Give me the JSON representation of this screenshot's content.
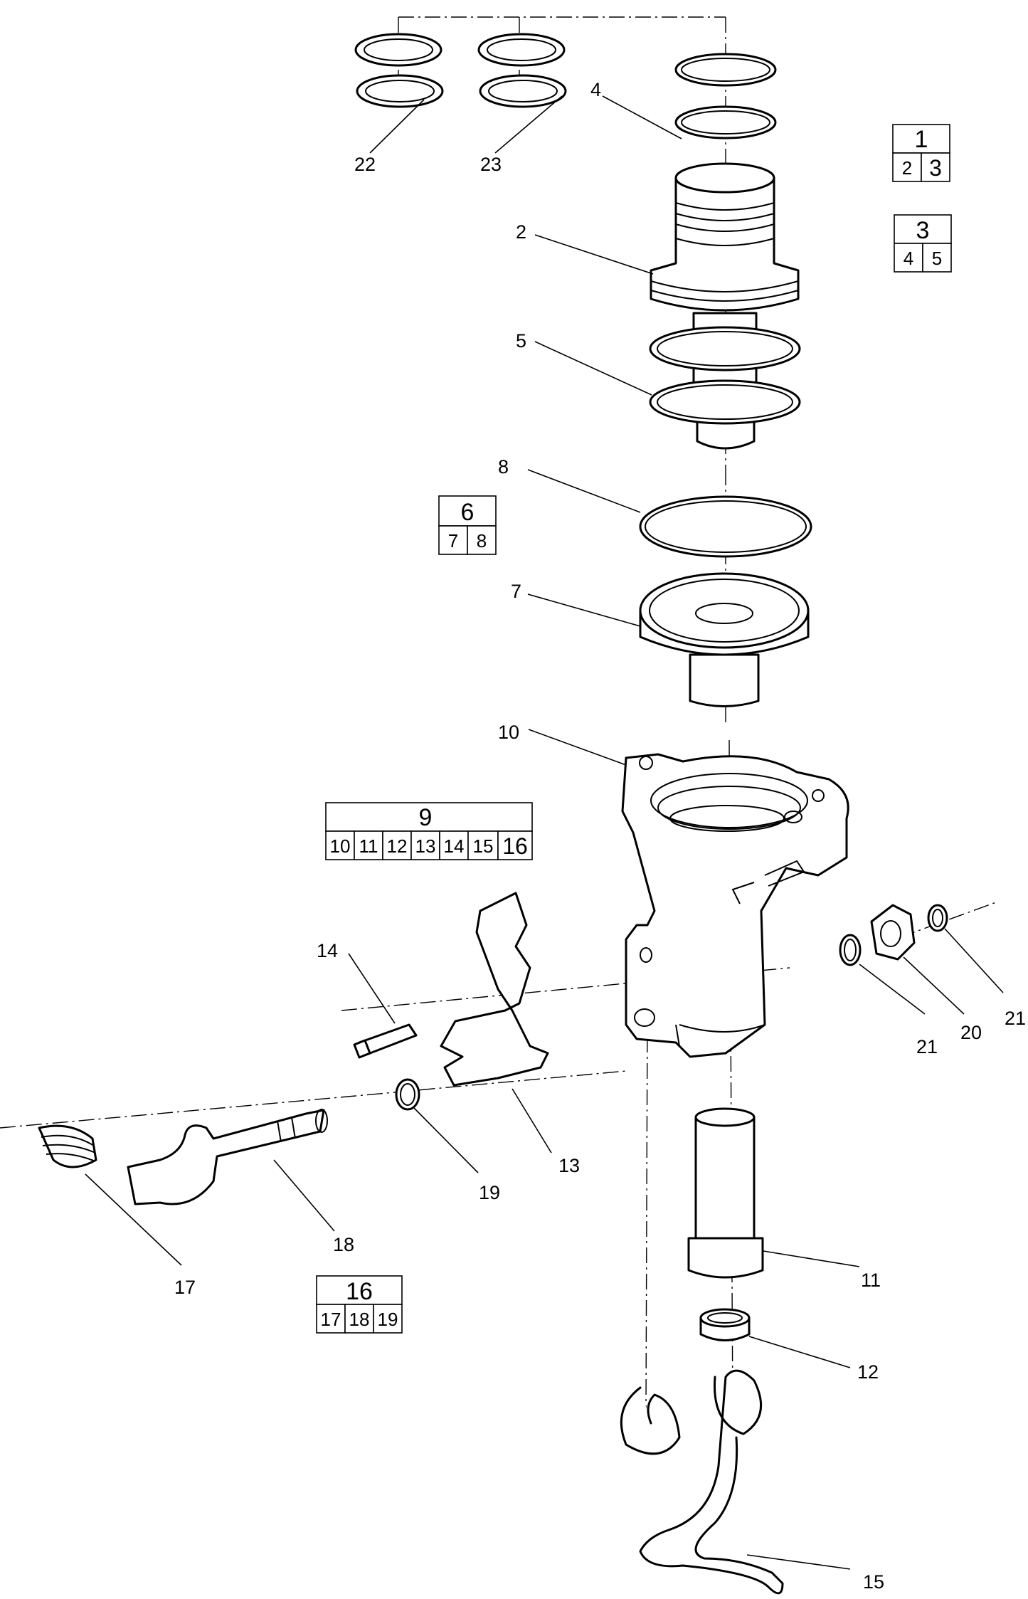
{
  "callouts": [
    "2",
    "4",
    "5",
    "7",
    "8",
    "10",
    "11",
    "12",
    "13",
    "14",
    "15",
    "17",
    "18",
    "19",
    "20",
    "21",
    "21",
    "22",
    "23"
  ],
  "groups": [
    {
      "top": "1",
      "subs": [
        "2",
        "3"
      ]
    },
    {
      "top": "3",
      "subs": [
        "4",
        "5"
      ]
    },
    {
      "top": "6",
      "subs": [
        "7",
        "8"
      ]
    },
    {
      "top": "9",
      "subs": [
        "10",
        "11",
        "12",
        "13",
        "14",
        "15",
        "16"
      ]
    },
    {
      "top": "16",
      "subs": [
        "17",
        "18",
        "19"
      ]
    }
  ]
}
